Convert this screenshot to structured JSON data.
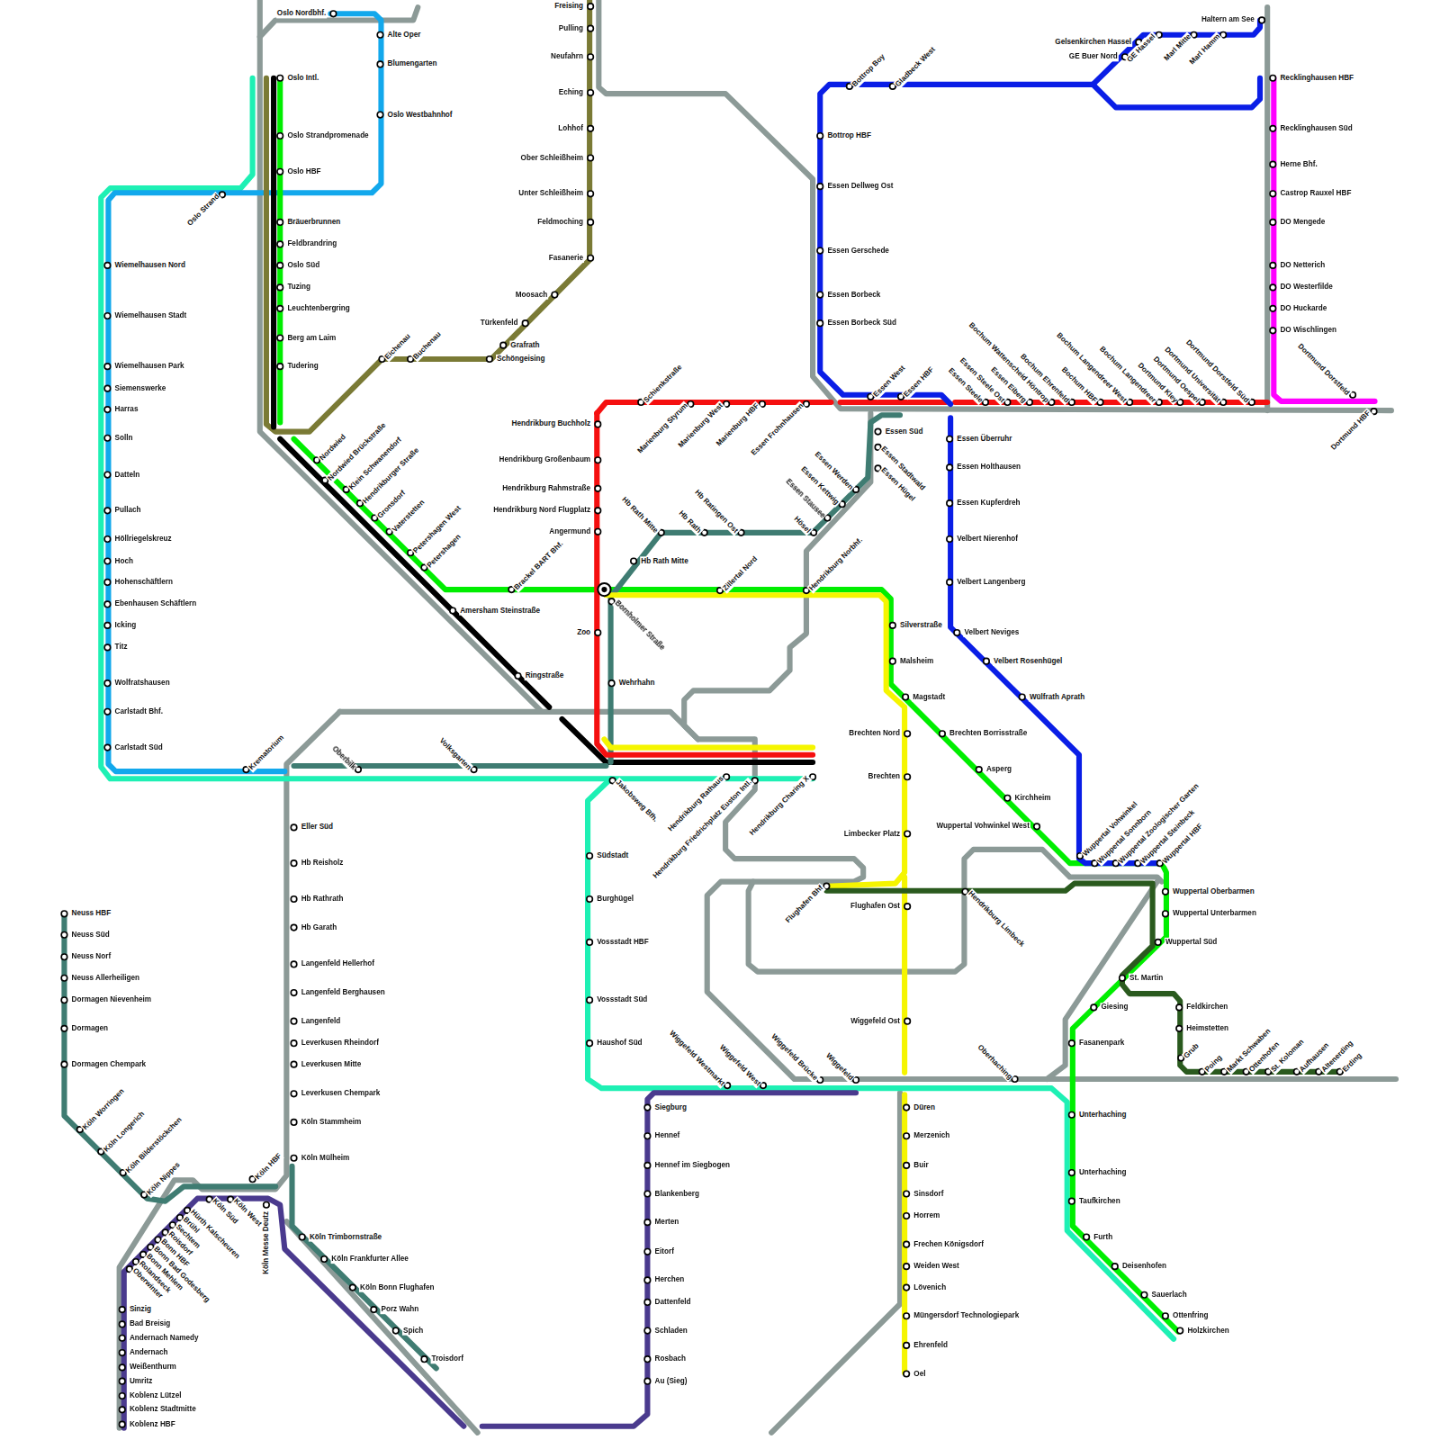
{
  "diagram": {
    "labels": [
      "Oslo Nordbhf.",
      "Alte Oper",
      "Blumengarten",
      "Oslo Westbahnhof",
      "Oslo Intl.",
      "Oslo Strandpromenade",
      "Oslo HBF",
      "Oslo Strand",
      "Bräuerbrunnen",
      "Feldbrandring",
      "Oslo Süd",
      "Tuzing",
      "Leuchtenbergring",
      "Berg am Laim",
      "Tudering",
      "Wiemelhausen Nord",
      "Wiemelhausen Stadt",
      "Wiemelhausen Park",
      "Siemenswerke",
      "Harras",
      "Solln",
      "Datteln",
      "Pullach",
      "Höllriegelskreuz",
      "Hoch",
      "Hohenschäftlern",
      "Ebenhausen Schäftlern",
      "Icking",
      "Titz",
      "Wolfratshausen",
      "Carlstadt Bhf.",
      "Carlstadt Süd",
      "Krematorium",
      "Freising",
      "Pulling",
      "Neufahrn",
      "Eching",
      "Lohhof",
      "Ober Schleißheim",
      "Unter Schleißheim",
      "Feldmoching",
      "Fasanerie",
      "Moosach",
      "Türkenfeld",
      "Grafrath",
      "Schöngeising",
      "Eichenau",
      "Buchenau",
      "Nordwied",
      "Nordwied Brückstraße",
      "Klein Schwanendorf",
      "Hendrikburger Straße",
      "Gronsdorf",
      "Vaterstetten",
      "Petershagen West",
      "Petershagen",
      "Brackel BART Bhf.",
      "Amersham Steinstraße",
      "Ringstraße",
      "Hendrikburg Buchholz",
      "Hendrikburg Großenbaum",
      "Hendrikburg Rahmstraße",
      "Hendrikburg Nord Flugplatz",
      "Angermund",
      "Zoo",
      "Wehrhahn",
      "Schienkstraße",
      "Marienburg Styrum",
      "Marienburg West",
      "Marienburg HBF",
      "Essen Frohnhausen",
      "Essen West",
      "Essen HBF",
      "Hb Rath Mitte",
      "Hb Rath",
      "Hb Ratingen Ost",
      "Hb Rath Mitte",
      "Zillertal Nord",
      "Hendrikburg Norbhf.",
      "Bornholmer Straße",
      "Essen Werden",
      "Essen Kettwig",
      "Essen Stausee",
      "Hösel",
      "Essen Süd",
      "Essen Stadtwald",
      "Essen Hügel",
      "Bottrop Boy",
      "Gladbeck West",
      "Bottrop HBF",
      "Essen Dellweg Ost",
      "Essen Gerschede",
      "Essen Borbeck",
      "Essen Borbeck Süd",
      "Gelsenkirchen Hassel",
      "GE Buer Nord",
      "GE Hassel",
      "Marl Mitte",
      "Marl Hamm",
      "Haltern am See",
      "Recklinghausen HBF",
      "Recklinghausen Süd",
      "Herne Bhf.",
      "Castrop Rauxel HBF",
      "DO Mengede",
      "DO Netterich",
      "DO Westerfilde",
      "DO Huckarde",
      "DO Wischlingen",
      "Dortmund Dorstfeld",
      "Dortmund HBF",
      "Essen Steele",
      "Essen Steele Ost",
      "Essen Eiberg",
      "Bochum Wattenscheid Höntrop",
      "Bochum Ehrenfeld",
      "Bochum HBF",
      "Bochum Langendreer West",
      "Bochum Langendreer",
      "Dortmund Kley",
      "Dortmund Oespel",
      "Dortmund Universität",
      "Dortmund Dorstfeld Süd",
      "Essen Überruhr",
      "Essen Holthausen",
      "Essen Kupferdreh",
      "Velbert Nierenhof",
      "Velbert Langenberg",
      "Velbert Neviges",
      "Velbert Rosenhügel",
      "Wülfrath Aprath",
      "Silverstraße",
      "Malsheim",
      "Magstadt",
      "Brechten Nord",
      "Brechten Borrisstraße",
      "Asperg",
      "Brechten",
      "Kirchheim",
      "Limbecker Platz",
      "Wuppertal Vohwinkel West",
      "Flughafen Bhf",
      "Flughafen Ost",
      "Hendrikburg Limbeck",
      "Wiggefeld Ost",
      "Wuppertal Vohwinkel",
      "Wuppertal Sonnborn",
      "Wuppertal Zoologischer Garten",
      "Wuppertal Steinbeck",
      "Wuppertal HBF",
      "Wuppertal Oberbarmen",
      "Wuppertal Unterbarmen",
      "Wuppertal Süd",
      "St. Martin",
      "Giesing",
      "Fasanenpark",
      "Feldkirchen",
      "Heimstetten",
      "Grub",
      "Poing",
      "Markt Schwaben",
      "Ottenhofen",
      "St. Koloman",
      "Aufhausen",
      "Altenerding",
      "Erding",
      "Oberhaching",
      "Unterhaching",
      "Unterhaching",
      "Taufkirchen",
      "Furth",
      "Deisenhofen",
      "Sauerlach",
      "Ottenfring",
      "Holzkirchen",
      "Düren",
      "Merzenich",
      "Buir",
      "Sinsdorf",
      "Horrem",
      "Frechen Königsdorf",
      "Weiden West",
      "Lövenich",
      "Müngersdorf Technologiepark",
      "Ehrenfeld",
      "Oel",
      "Wiggefeld Westmarkt",
      "Wiggefeld West",
      "Wiggefeld Brücke",
      "Wiggefeld",
      "Siegburg",
      "Hennef",
      "Hennef im Siegbogen",
      "Blankenberg",
      "Merten",
      "Eitorf",
      "Herchen",
      "Dattenfeld",
      "Schladen",
      "Rosbach",
      "Au (Sieg)",
      "Südstadt",
      "Burghügel",
      "Vossstadt HBF",
      "Vossstadt Süd",
      "Haushof Süd",
      "Oberbilk",
      "Volksgarten",
      "Jakobsweg Bfh.",
      "Hendrikburg Rathaus",
      "Hendrikburg Friedrichplatz Euston Intl.",
      "Hendrikburg Charing X",
      "Eller Süd",
      "Hb Reisholz",
      "Hb Rathrath",
      "Hb Garath",
      "Langenfeld Hellerhof",
      "Langenfeld Berghausen",
      "Langenfeld",
      "Leverkusen Rheindorf",
      "Leverkusen Mitte",
      "Leverkusen Chempark",
      "Köln Stammheim",
      "Köln Mülheim",
      "Neuss HBF",
      "Neuss Süd",
      "Neuss Norf",
      "Neuss Allerheiligen",
      "Dormagen Nievenheim",
      "Dormagen",
      "Dormagen Chempark",
      "Köln Worringen",
      "Köln Longerich",
      "Köln Bilderstöckchen",
      "Köln Nippes",
      "Köln HBF",
      "Köln Süd",
      "Köln West",
      "Köln Messe Deutz",
      "Hürth Kalscheuren",
      "Brühl",
      "Sechtem",
      "Roisdorf",
      "Bonn HBF",
      "Bonn Bad Godesberg",
      "Bonn Mehlem",
      "Rolandseck",
      "Oberwinter",
      "Sinzig",
      "Bad Breisig",
      "Andernach Namedy",
      "Andernach",
      "Weißenthurm",
      "Umritz",
      "Koblenz Lützel",
      "Koblenz Stadtmitte",
      "Koblenz HBF",
      "Köln Trimbornstraße",
      "Köln Frankfurter Allee",
      "Köln Bonn Flughafen",
      "Porz Wahn",
      "Spich",
      "Troisdorf"
    ]
  }
}
